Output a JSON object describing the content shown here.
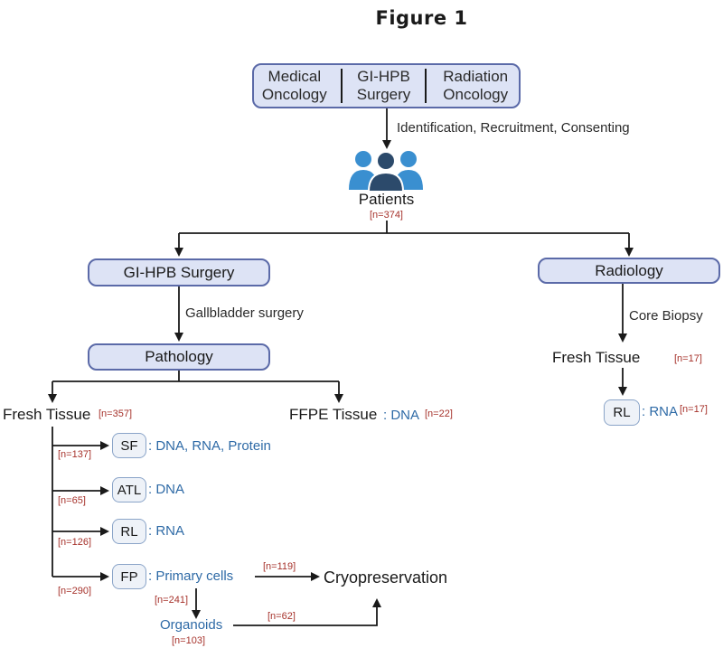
{
  "figure_title": "Figure 1",
  "departments": [
    "Medical Oncology",
    "GI-HPB Surgery",
    "Radiation Oncology"
  ],
  "recruit_label": "Identification, Recruitment, Consenting",
  "patients": {
    "label": "Patients",
    "n": "[n=374]"
  },
  "surgery_box": "GI-HPB Surgery",
  "radiology_box": "Radiology",
  "gallbladder_label": "Gallbladder surgery",
  "pathology_box": "Pathology",
  "core_biopsy_label": "Core Biopsy",
  "radiology_fresh": {
    "label": "Fresh Tissue",
    "n": "[n=17]"
  },
  "radiology_rl": {
    "box": "RL",
    "desc": ": RNA",
    "n": "[n=17]"
  },
  "fresh_tissue": {
    "label": "Fresh Tissue",
    "n": "[n=357]"
  },
  "ffpe_tissue": {
    "label": "FFPE Tissue",
    "desc": ": DNA",
    "n": "[n=22]"
  },
  "branches": [
    {
      "box": "SF",
      "desc": ": DNA, RNA, Protein",
      "n": "[n=137]"
    },
    {
      "box": "ATL",
      "desc": ": DNA",
      "n": "[n=65]"
    },
    {
      "box": "RL",
      "desc": ": RNA",
      "n": "[n=126]"
    },
    {
      "box": "FP",
      "desc": ": Primary cells",
      "n": "[n=290]"
    }
  ],
  "cryo": {
    "label": "Cryopreservation",
    "n_primary": "[n=119]",
    "n_organoids": "[n=62]"
  },
  "organoids": {
    "label": "Organoids",
    "n_in": "[n=241]",
    "n": "[n=103]"
  },
  "colors": {
    "pill_fill": "#dde3f5",
    "pill_border": "#5b6aa8",
    "blue_text": "#2e6aa6",
    "red_text": "#a6322b",
    "icon_blue": "#3a8fd0",
    "icon_dark": "#2c4a6b"
  }
}
